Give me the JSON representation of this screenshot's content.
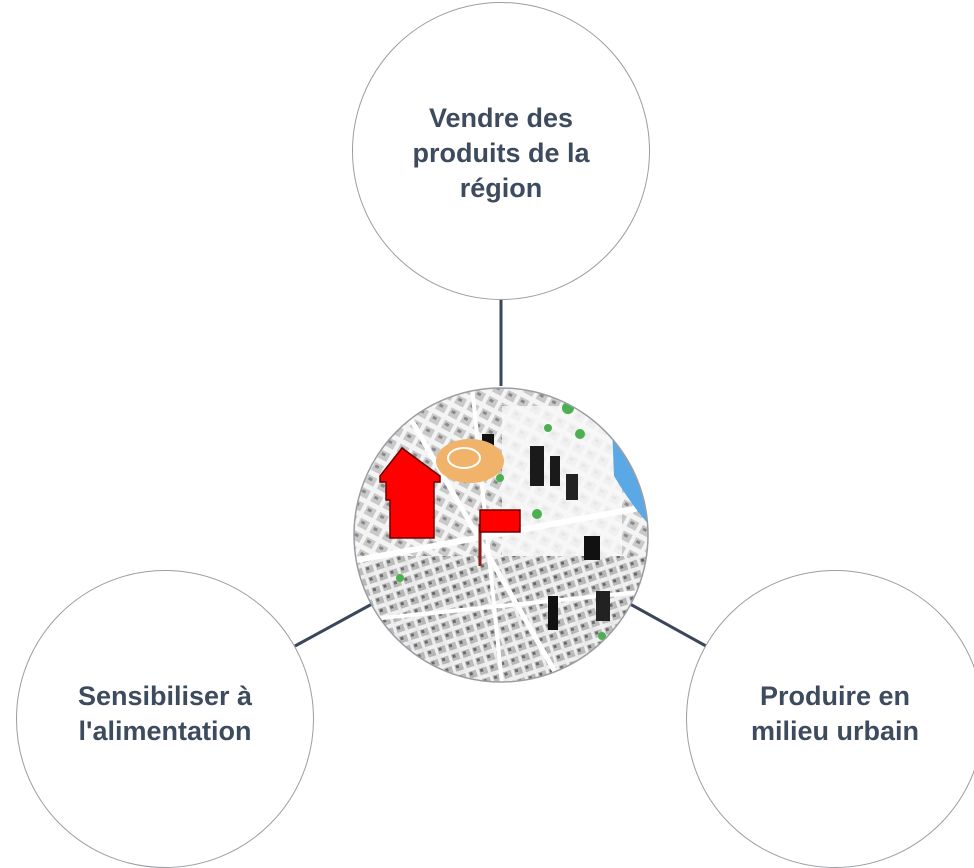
{
  "diagram": {
    "center": {
      "icon": "house-with-flag-on-city-map-icon",
      "colors": {
        "marker": "#ff0000",
        "water": "#5aa9e6",
        "park": "#4caf50",
        "plaza": "#f1b36a"
      }
    },
    "nodes": [
      {
        "id": "top",
        "label": "Vendre des\nproduits de la\nrégion"
      },
      {
        "id": "left",
        "label": "Sensibiliser à\nl'alimentation"
      },
      {
        "id": "right",
        "label": "Produire en\nmilieu urbain"
      }
    ],
    "colors": {
      "text": "#3e4b5e",
      "connector": "#3a4659",
      "circle_border": "#9a9ea4"
    }
  }
}
